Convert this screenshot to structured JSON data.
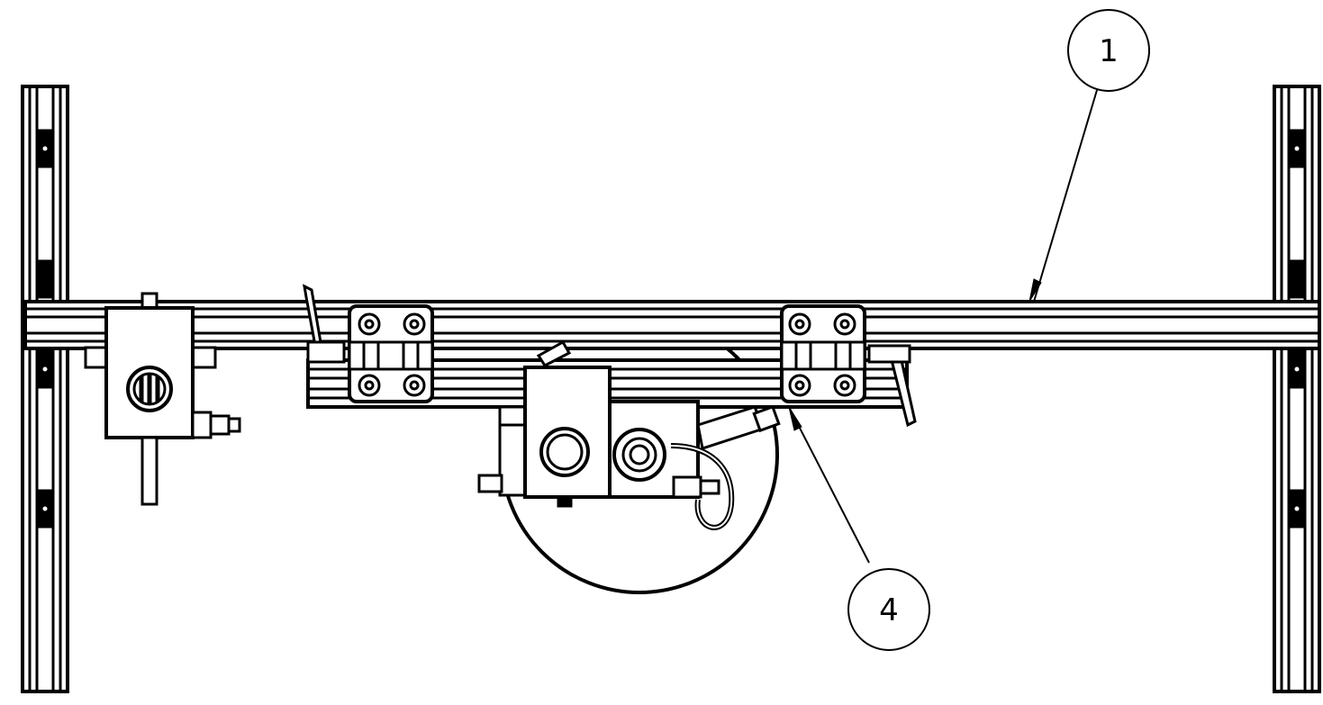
{
  "drawing": {
    "line_color": "#000000",
    "background": "#ffffff",
    "callouts": [
      {
        "id": "1",
        "label": "1",
        "points_to": "horizontal-extrusion-rail"
      },
      {
        "id": "4",
        "label": "4",
        "points_to": "carriage-slide-rail"
      }
    ]
  }
}
